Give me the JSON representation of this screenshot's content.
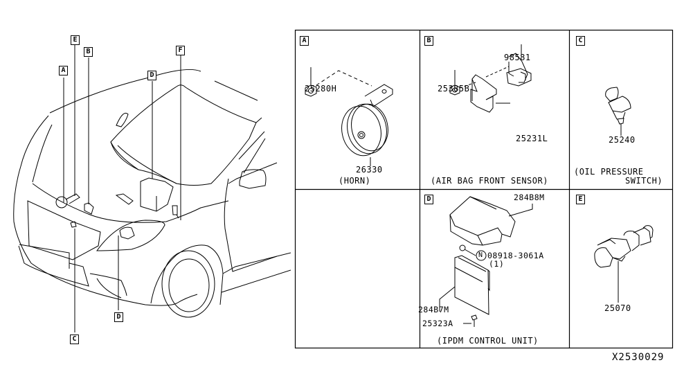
{
  "overview": {
    "callouts": [
      {
        "letter": "A"
      },
      {
        "letter": "E"
      },
      {
        "letter": "B"
      },
      {
        "letter": "D"
      },
      {
        "letter": "F"
      },
      {
        "letter": "D"
      },
      {
        "letter": "C"
      }
    ]
  },
  "panels": {
    "A": {
      "letter": "A",
      "caption": "(HORN)",
      "parts": [
        "25280H",
        "26330"
      ]
    },
    "B": {
      "letter": "B",
      "caption": "(AIR BAG FRONT SENSOR)",
      "parts": [
        "98581",
        "25385B",
        "25231L"
      ]
    },
    "C": {
      "letter": "C",
      "caption_line1": "(OIL PRESSURE",
      "caption_line2": "SWITCH)",
      "parts": [
        "25240"
      ]
    },
    "D": {
      "letter": "D",
      "caption": "(IPDM CONTROL UNIT)",
      "parts": [
        "284B8M",
        "08918-3061A",
        "(1)",
        "284B7M",
        "25323A"
      ],
      "nut_symbol": "N"
    },
    "E": {
      "letter": "E",
      "parts": [
        "25070"
      ]
    }
  },
  "diagram_id": "X2530029"
}
